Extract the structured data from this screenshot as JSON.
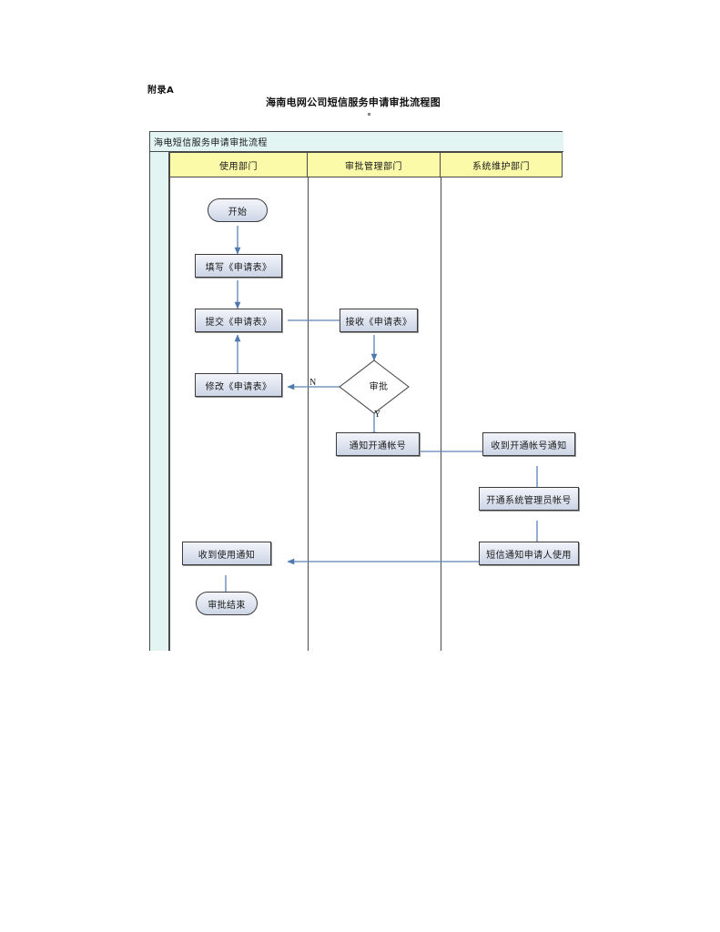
{
  "document": {
    "appendix_label": "附录A",
    "title": "海南电网公司短信服务申请审批流程图"
  },
  "diagram": {
    "caption": "海电短信服务申请审批流程",
    "lanes": [
      {
        "id": "lane-user",
        "label": "使用部门"
      },
      {
        "id": "lane-approval",
        "label": "审批管理部门"
      },
      {
        "id": "lane-maintenance",
        "label": "系统维护部门"
      }
    ],
    "nodes": [
      {
        "id": "start",
        "shape": "terminator",
        "lane": 0,
        "label": "开始"
      },
      {
        "id": "fill-form",
        "shape": "process",
        "lane": 0,
        "label": "填写《申请表》"
      },
      {
        "id": "submit-form",
        "shape": "process",
        "lane": 0,
        "label": "提交《申请表》"
      },
      {
        "id": "revise-form",
        "shape": "process",
        "lane": 0,
        "label": "修改《申请表》"
      },
      {
        "id": "receive-form",
        "shape": "process",
        "lane": 1,
        "label": "接收《申请表》"
      },
      {
        "id": "approve",
        "shape": "decision",
        "lane": 1,
        "label": "审批"
      },
      {
        "id": "notify-open",
        "shape": "process",
        "lane": 1,
        "label": "通知开通帐号"
      },
      {
        "id": "got-open-notice",
        "shape": "process",
        "lane": 2,
        "label": "收到开通帐号通知"
      },
      {
        "id": "create-admin",
        "shape": "process",
        "lane": 2,
        "label": "开通系统管理员帐号"
      },
      {
        "id": "sms-notify-user",
        "shape": "process",
        "lane": 2,
        "label": "短信通知申请人使用"
      },
      {
        "id": "got-use-notice",
        "shape": "process",
        "lane": 0,
        "label": "收到使用通知"
      },
      {
        "id": "end",
        "shape": "terminator",
        "lane": 0,
        "label": "审批结束"
      }
    ],
    "edge_labels": [
      {
        "id": "branch-no",
        "label": "N"
      },
      {
        "id": "branch-yes",
        "label": "Y"
      }
    ],
    "colors": {
      "caption_bar": "#e2f5f3",
      "lane_header": "#fbfaa8",
      "node_fill": "#dde3ef",
      "node_border": "#3c3c3c",
      "connector": "#5b83b5",
      "frame_border": "#4a4a4a"
    }
  }
}
